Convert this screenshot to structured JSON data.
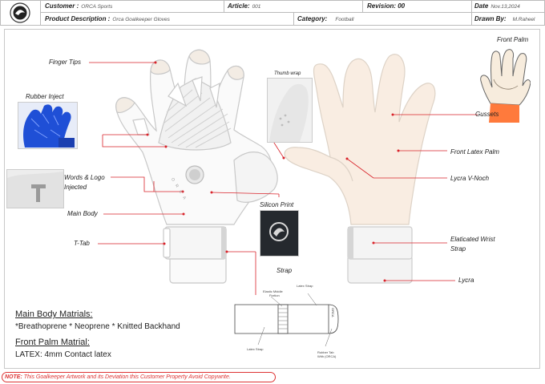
{
  "header": {
    "customer_label": "Customer :",
    "customer_value": "ORCA Sports",
    "article_label": "Article:",
    "article_value": "001",
    "revision_label": "Revision: 00",
    "date_label": "Date",
    "date_value": "Nov.13,2024",
    "description_label": "Product Description :",
    "description_value": "Orca Goalkeeper Gloves",
    "category_label": "Category:",
    "category_value": "Football",
    "drawn_label": "Drawn By:",
    "drawn_value": "M.Raheel"
  },
  "labels": {
    "finger_tips": "Finger Tips",
    "thumb_wrap": "Thumb wrap",
    "rubber_inject": "Rubber Inject",
    "words_logo_1": "Words & Logo",
    "words_logo_2": "Injected",
    "main_body": "Main Body",
    "t_tab": "T-Tab",
    "silicon_print": "Silicon Print",
    "front_palm": "Front Palm",
    "gussets": "Gussets",
    "front_latex_palm": "Front Latex Palm",
    "lycra_v_noch": "Lycra V-Noch",
    "elasticated_1": "Elaticated Wrist",
    "elasticated_2": "Strap",
    "lycra": "Lycra",
    "strap_title": "Strap",
    "elastic_middle_1": "Elastic Middle",
    "elastic_middle_2": "Portion",
    "latex_strap_top": "Latex Strap",
    "latex_strap_bottom": "Latex Strap",
    "rubber_tab_1": "Rubber Tab",
    "rubber_tab_2": "With (ORCA)",
    "glove_brand": "O R C A",
    "strap_brand": "ORCA"
  },
  "materials": {
    "main_heading": "Main Body Matrials:",
    "main_text": "*Breathoprene * Neoprene * Knitted Backhand",
    "palm_heading": "Front Palm Matrial:",
    "palm_text": "LATEX: 4mm Contact latex"
  },
  "note": {
    "prefix": "NOTE:",
    "text": "This Goalkeeper Artwork and its Deviation this Customer Property Avoid Copywrite."
  },
  "colors": {
    "callout": "#d9232a",
    "latex": "#f9ede2",
    "glove_outline": "#c8c8c8",
    "injected_blue": "#1f4fd6",
    "palm_orange": "#ff7a3c"
  }
}
